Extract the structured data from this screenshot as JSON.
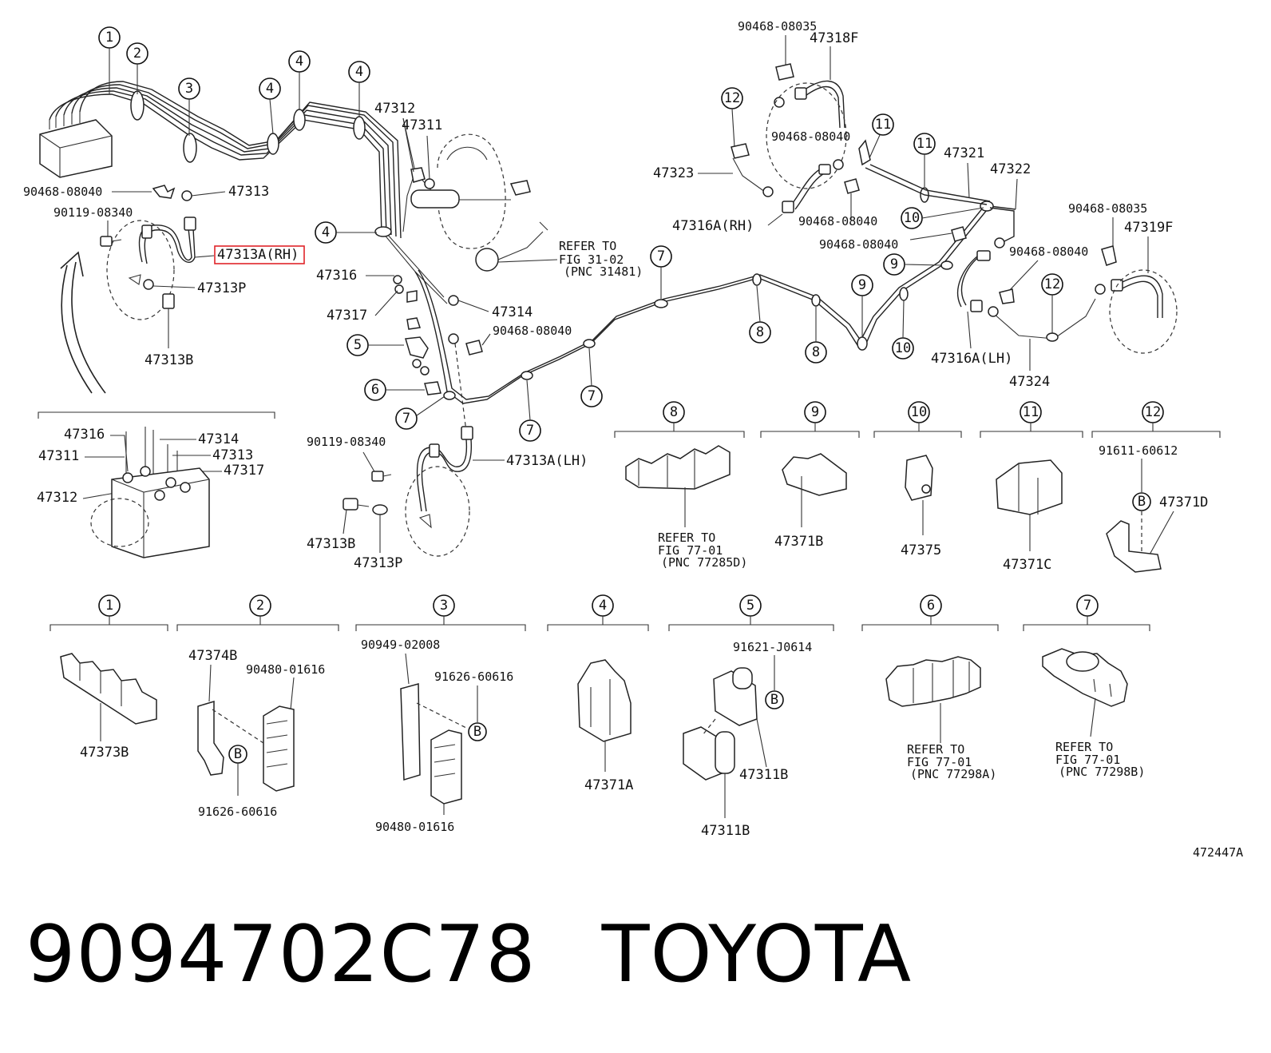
{
  "footer": {
    "part_number": "9094702C78",
    "brand": "TOYOTA"
  },
  "figure_id": "472447A",
  "highlight_label": "47313A(RH)",
  "callouts": {
    "c1": "1",
    "c2": "2",
    "c3": "3",
    "c4": "4",
    "c5": "5",
    "c6": "6",
    "c7": "7",
    "c8": "8",
    "c9": "9",
    "c10": "10",
    "c11": "11",
    "c12": "12",
    "cb": "B"
  },
  "labels": {
    "p90468_08040_a": "90468-08040",
    "p47313_top": "47313",
    "p90119_08340_top": "90119-08340",
    "p47313p_top": "47313P",
    "p47313b_top": "47313B",
    "p47312": "47312",
    "p47311": "47311",
    "p47316": "47316",
    "p47317": "47317",
    "p47314": "47314",
    "p90468_08040_b": "90468-08040",
    "refer_31_a": "REFER TO",
    "refer_31_b": "FIG 31-02",
    "refer_31_c": "(PNC 31481)",
    "p90119_08340_low": "90119-08340",
    "p47313a_lh": "47313A(LH)",
    "p47313b_low": "47313B",
    "p47313p_low": "47313P",
    "d_47316": "47316",
    "d_47314": "47314",
    "d_47311": "47311",
    "d_47313": "47313",
    "d_47317": "47317",
    "d_47312": "47312",
    "p90468_08035_a": "90468-08035",
    "p47318f": "47318F",
    "p90468_08040_c": "90468-08040",
    "p47323": "47323",
    "p47316a_rh": "47316A(RH)",
    "p90468_08040_d": "90468-08040",
    "p90468_08040_e": "90468-08040",
    "p47321": "47321",
    "p47322": "47322",
    "p90468_08035_b": "90468-08035",
    "p47319f": "47319F",
    "p90468_08040_f": "90468-08040",
    "p47316a_lh": "47316A(LH)",
    "p47324": "47324",
    "refer_77285_a": "REFER TO",
    "refer_77285_b": "FIG 77-01",
    "refer_77285_c": "(PNC 77285D)",
    "p47371b": "47371B",
    "p47375": "47375",
    "p47371c": "47371C",
    "p91611_60612": "91611-60612",
    "p47371d": "47371D",
    "p47373b": "47373B",
    "p47374b": "47374B",
    "p90480_01616_a": "90480-01616",
    "p91626_60616_a": "91626-60616",
    "p90949_02008": "90949-02008",
    "p91626_60616_b": "91626-60616",
    "p90480_01616_b": "90480-01616",
    "p47371a": "47371A",
    "p91621_j0614": "91621-J0614",
    "p47311b_a": "47311B",
    "p47311b_b": "47311B",
    "refer_77298a_a": "REFER TO",
    "refer_77298a_b": "FIG 77-01",
    "refer_77298a_c": "(PNC 77298A)",
    "refer_77298b_a": "REFER TO",
    "refer_77298b_b": "FIG 77-01",
    "refer_77298b_c": "(PNC 77298B)"
  }
}
